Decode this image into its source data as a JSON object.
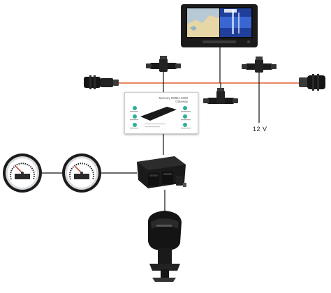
{
  "voltage_label": "12 V",
  "gateway_card": {
    "title_line1": "Mercury NMEA 2000",
    "title_line2": "Gateway"
  },
  "colors": {
    "backbone": "#e0602e",
    "cable": "#111111",
    "device_body": "#1a1a1a",
    "gateway_accent": "#2fae9a"
  },
  "icons": [
    "chartplotter-icon",
    "t-connector-icon",
    "terminator-icon",
    "gateway-module-icon",
    "gauge-icon",
    "outboard-engine-icon"
  ]
}
